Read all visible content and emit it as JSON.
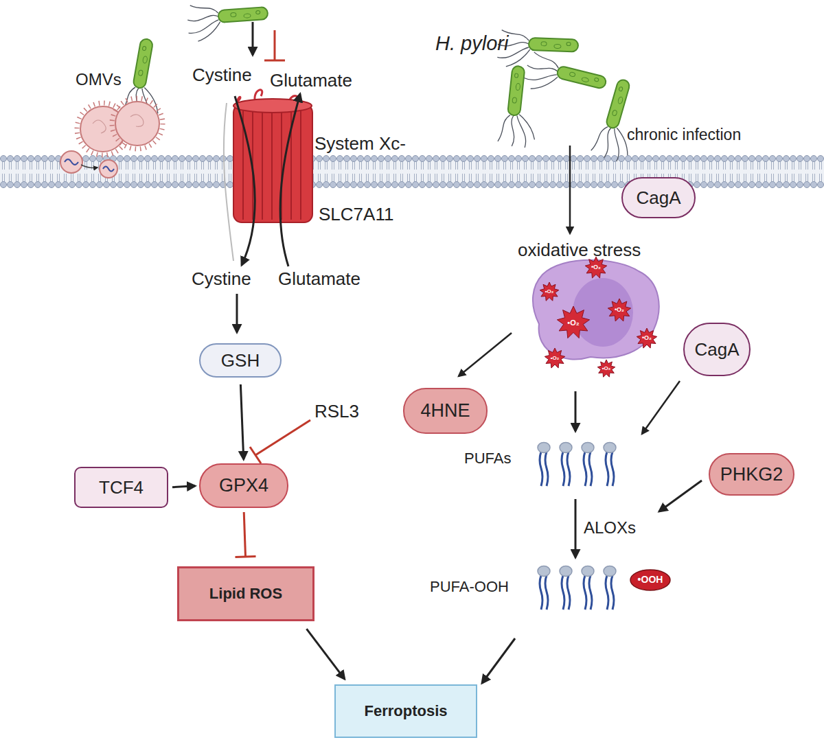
{
  "diagram": {
    "nodes": [
      {
        "text": [
          "CagA"
        ]
      },
      {
        "text": [
          "CagA"
        ]
      },
      {
        "text": [
          "GSH"
        ]
      },
      {
        "text": [
          "4HNE"
        ]
      },
      {
        "text": [
          "PHKG2"
        ]
      },
      {
        "text": [
          "TCF4"
        ]
      },
      {
        "text": [
          "GPX4"
        ]
      },
      {
        "text": [
          "Lipid ROS"
        ]
      },
      {
        "text": [
          "Ferroptosis"
        ]
      }
    ],
    "edges": [
      {
        "from": 2,
        "to": 6,
        "arrow": "to"
      },
      {
        "from": 5,
        "to": 6,
        "arrow": "to"
      },
      {
        "from": 6,
        "to": 7,
        "arrow": "to"
      },
      {
        "from": 7,
        "to": 8,
        "arrow": "to"
      }
    ],
    "labels": [
      "OMVs",
      "Cystine",
      "Glutamate",
      "System Xc-",
      "SLC7A11",
      "H. pylori",
      "chronic infection",
      "Cystine",
      "Glutamate",
      "oxidative stress",
      "•O₂",
      "•O₂",
      "•O₂",
      "•O₂",
      "•O₂",
      "•O₂",
      "•O₂",
      "RSL3",
      "PUFAs",
      "ALOXs",
      "PUFA-OOH",
      "•OOH"
    ]
  }
}
